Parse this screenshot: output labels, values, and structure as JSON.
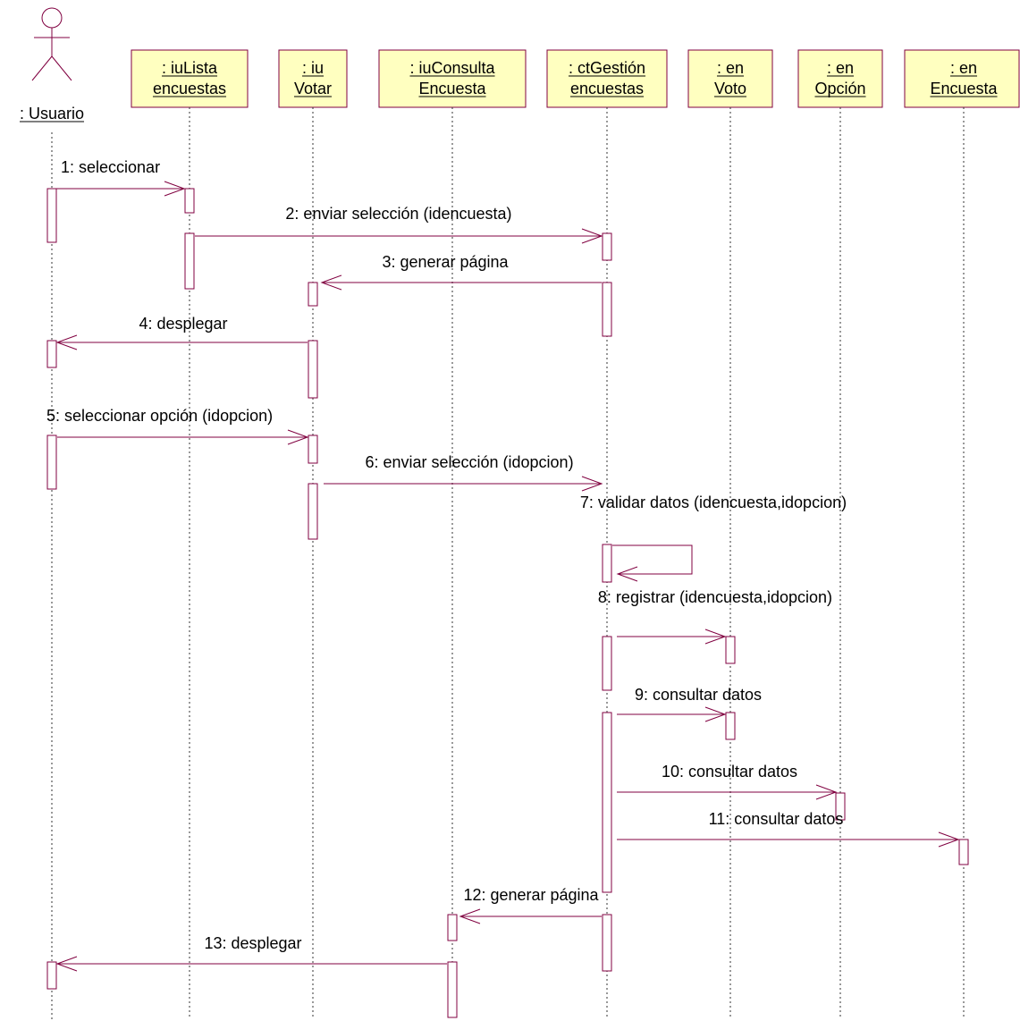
{
  "actor": {
    "label": ": Usuario"
  },
  "objects": [
    {
      "id": "iulista",
      "lines": [
        ": iuLista",
        "encuestas"
      ]
    },
    {
      "id": "iuvotar",
      "lines": [
        ": iu",
        "Votar"
      ]
    },
    {
      "id": "iuconsulta",
      "lines": [
        ": iuConsulta",
        "Encuesta"
      ]
    },
    {
      "id": "ctgestion",
      "lines": [
        ": ctGestión",
        "encuestas"
      ]
    },
    {
      "id": "envoto",
      "lines": [
        ": en",
        "Voto"
      ]
    },
    {
      "id": "enopcion",
      "lines": [
        ": en",
        "Opción"
      ]
    },
    {
      "id": "enencuesta",
      "lines": [
        ": en",
        "Encuesta"
      ]
    }
  ],
  "messages": [
    {
      "label": "1: seleccionar",
      "from": "usuario",
      "to": "iulista"
    },
    {
      "label": "2: enviar selección (idencuesta)",
      "from": "iulista",
      "to": "ctgestion"
    },
    {
      "label": "3: generar página",
      "from": "ctgestion",
      "to": "iuvotar"
    },
    {
      "label": "4: desplegar",
      "from": "iuvotar",
      "to": "usuario"
    },
    {
      "label": "5: seleccionar opción (idopcion)",
      "from": "usuario",
      "to": "iuvotar"
    },
    {
      "label": "6: enviar selección (idopcion)",
      "from": "iuvotar",
      "to": "ctgestion"
    },
    {
      "label": "7: validar datos (idencuesta,idopcion)",
      "from": "ctgestion",
      "to": "ctgestion"
    },
    {
      "label": "8: registrar (idencuesta,idopcion)",
      "from": "ctgestion",
      "to": "envoto"
    },
    {
      "label": "9: consultar datos",
      "from": "ctgestion",
      "to": "envoto"
    },
    {
      "label": "10: consultar datos",
      "from": "ctgestion",
      "to": "enopcion"
    },
    {
      "label": "11: consultar datos",
      "from": "ctgestion",
      "to": "enencuesta"
    },
    {
      "label": "12: generar página",
      "from": "ctgestion",
      "to": "iuconsulta"
    },
    {
      "label": "13: desplegar",
      "from": "iuconsulta",
      "to": "usuario"
    }
  ]
}
